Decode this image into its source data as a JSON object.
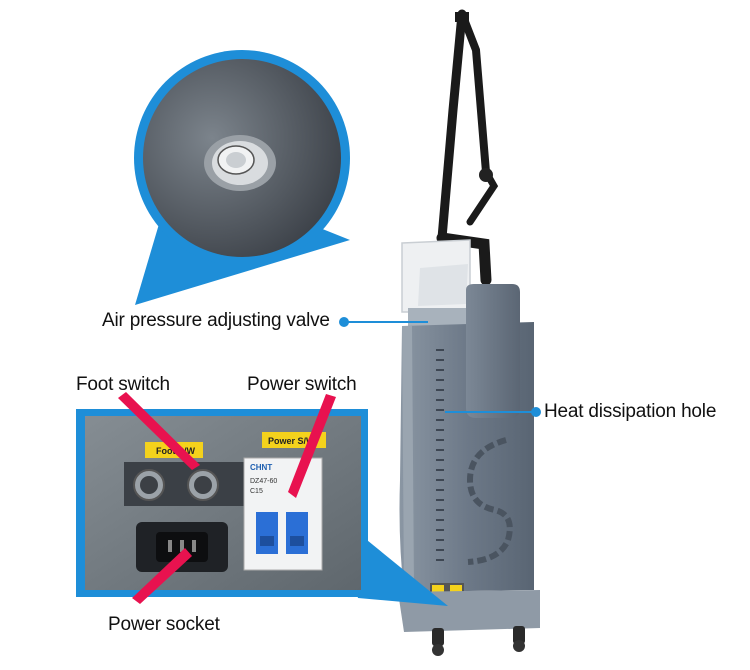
{
  "callouts": {
    "air_valve": "Air pressure adjusting valve",
    "heat_hole": "Heat dissipation hole",
    "foot_switch": "Foot switch",
    "power_switch": "Power switch",
    "power_socket": "Power socket"
  },
  "panel": {
    "foot_label": "Foot S/W",
    "power_label": "Power S/W",
    "breaker_brand": "CHNT",
    "breaker_model": "DZ47-60",
    "breaker_rating": "C15"
  },
  "colors": {
    "accent_blue": "#1e8ed8",
    "pointer_red": "#e8124f",
    "machine_grey": "#6f7c8a",
    "label_yellow": "#f4d21c"
  }
}
